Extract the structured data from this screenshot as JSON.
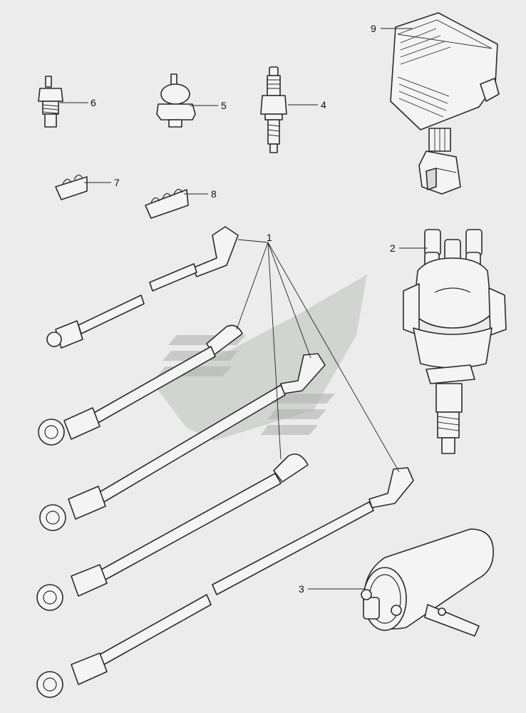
{
  "callouts": {
    "c1": "1",
    "c2": "2",
    "c3": "3",
    "c4": "4",
    "c5": "5",
    "c6": "6",
    "c7": "7",
    "c8": "8",
    "c9": "9"
  },
  "colors": {
    "background": "#ececec",
    "line": "#2a2a2a",
    "watermark_green": "#b9c2b9",
    "watermark_gray": "#b3b3b3"
  }
}
